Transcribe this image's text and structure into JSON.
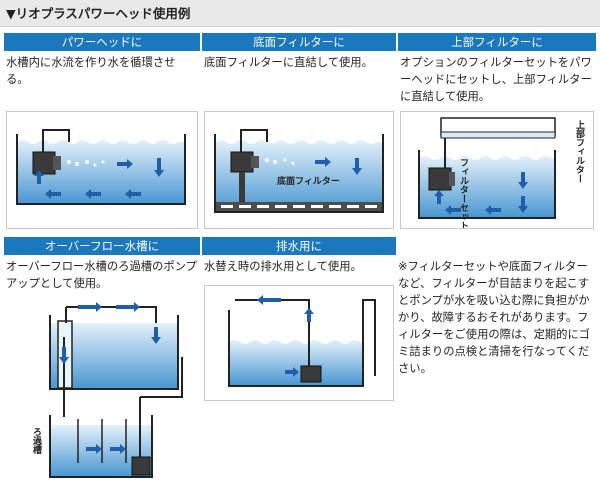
{
  "page": {
    "title": "▼リオプラスパワーヘッド使用例"
  },
  "panels": [
    {
      "heading": "パワーヘッドに",
      "description": "水槽内に水流を作り水を循環させる。"
    },
    {
      "heading": "底面フィルターに",
      "description": "底面フィルターに直結して使用。",
      "label": "底面フィルター"
    },
    {
      "heading": "上部フィルターに",
      "description": "オプションのフィルターセットをパワーヘッドにセットし、上部フィルターに直結して使用。",
      "label_top_filter": "上部フィルター",
      "label_filter_set": "フィルターセット"
    },
    {
      "heading": "オーバーフロー水槽に",
      "description": "オーバーフロー水槽のろ過槽のポンプアップとして使用。",
      "label": "ろ過槽"
    },
    {
      "heading": "排水用に",
      "description": "水替え時の排水用として使用。"
    }
  ],
  "note": "※フィルターセットや底面フィルターなど、フィルターが目詰まりを起こすとポンプが水を吸い込む際に負担がかかり、故障するおそれがあります。フィルターをご使用の際は、定期的にゴミ詰まりの点検と清掃を行なってください。",
  "colors": {
    "heading_bg": "#1c78bd",
    "water_top": "#d8ecf8",
    "water_bottom": "#3a8ccc",
    "arrow": "#1f5ea8"
  }
}
